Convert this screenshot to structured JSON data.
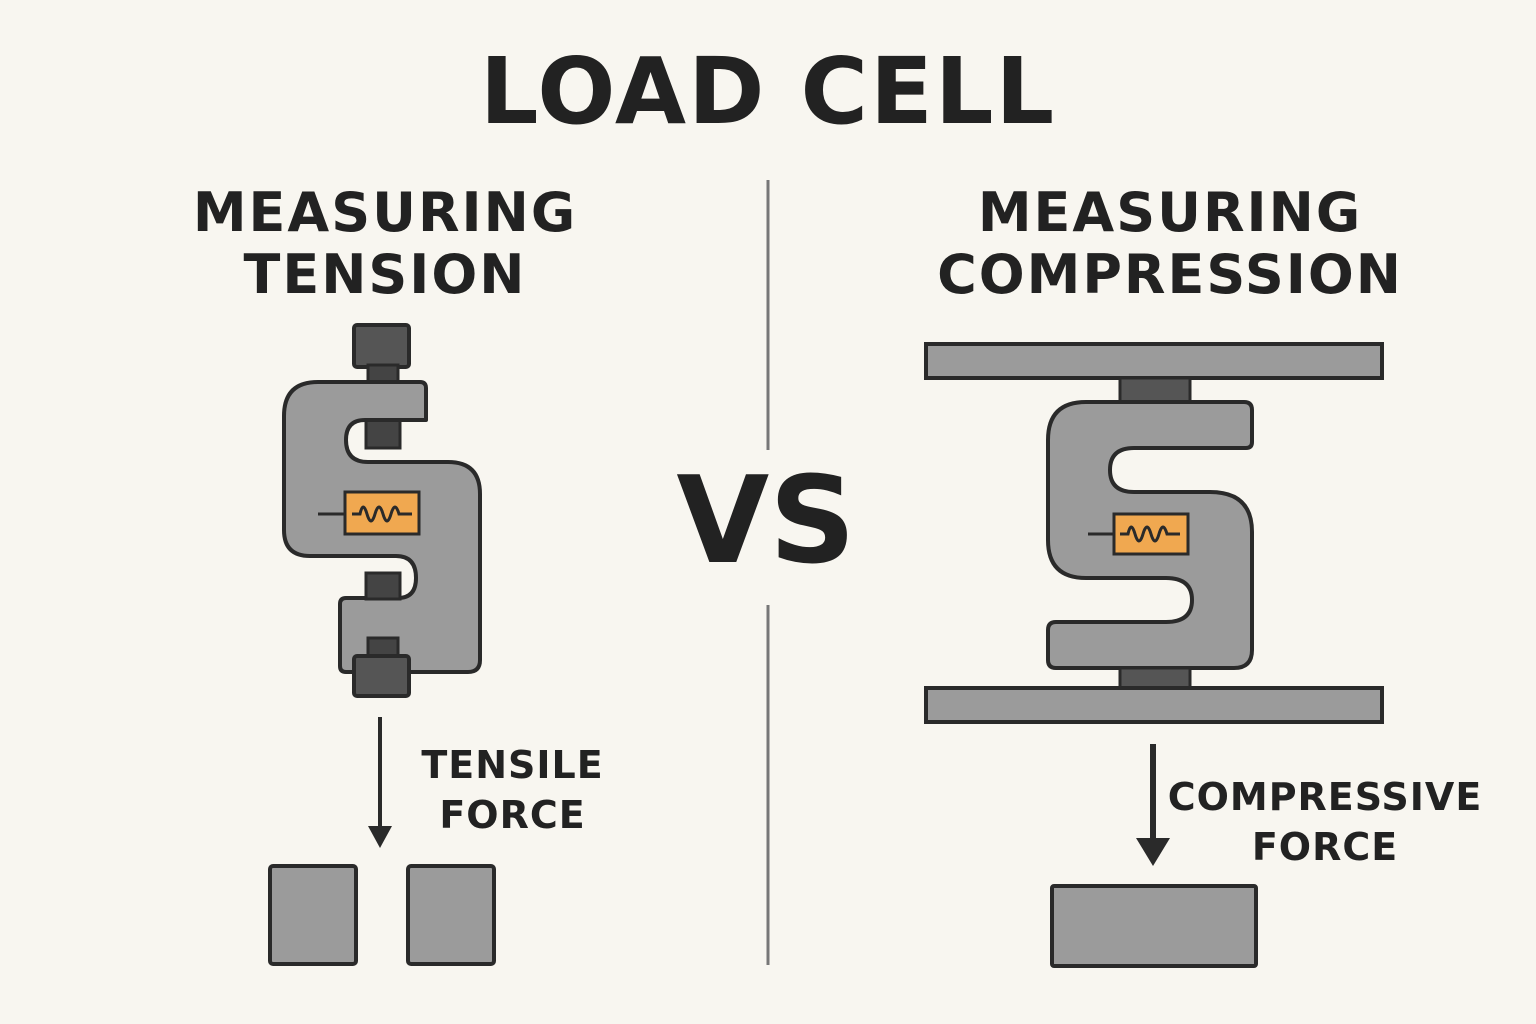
{
  "title": "LOAD CELL",
  "separator_text": "VS",
  "left": {
    "heading": [
      "MEASURING",
      "TENSION"
    ],
    "force_label": [
      "TENSILE",
      "FORCE"
    ]
  },
  "right": {
    "heading": [
      "MEASURING",
      "COMPRESSION"
    ],
    "force_label": [
      "COMPRESSIVE",
      "FORCE"
    ]
  },
  "colors": {
    "background": "#f8f6f0",
    "text": "#222222",
    "body_gray": "#9b9b9b",
    "dark_gray": "#555555",
    "outline": "#2a2a2a",
    "strain_gauge": "#f0a850",
    "divider": "#777777"
  },
  "icons": [
    "s-beam-load-cell",
    "strain-gauge",
    "arrow-down",
    "compression-plate"
  ]
}
